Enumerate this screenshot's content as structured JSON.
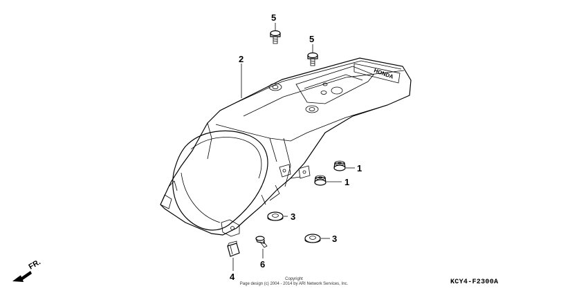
{
  "callouts": {
    "c1a": "1",
    "c1b": "1",
    "c2": "2",
    "c3a": "3",
    "c3b": "3",
    "c4": "4",
    "c5a": "5",
    "c5b": "5",
    "c6": "6"
  },
  "direction_label": "FR.",
  "copyright": {
    "title": "Copyright",
    "body": "Page design (c) 2004 - 2014 by ARI Network Services, Inc."
  },
  "diagram_code": "KCY4-F2300A",
  "fender_lettering": "HONDA"
}
